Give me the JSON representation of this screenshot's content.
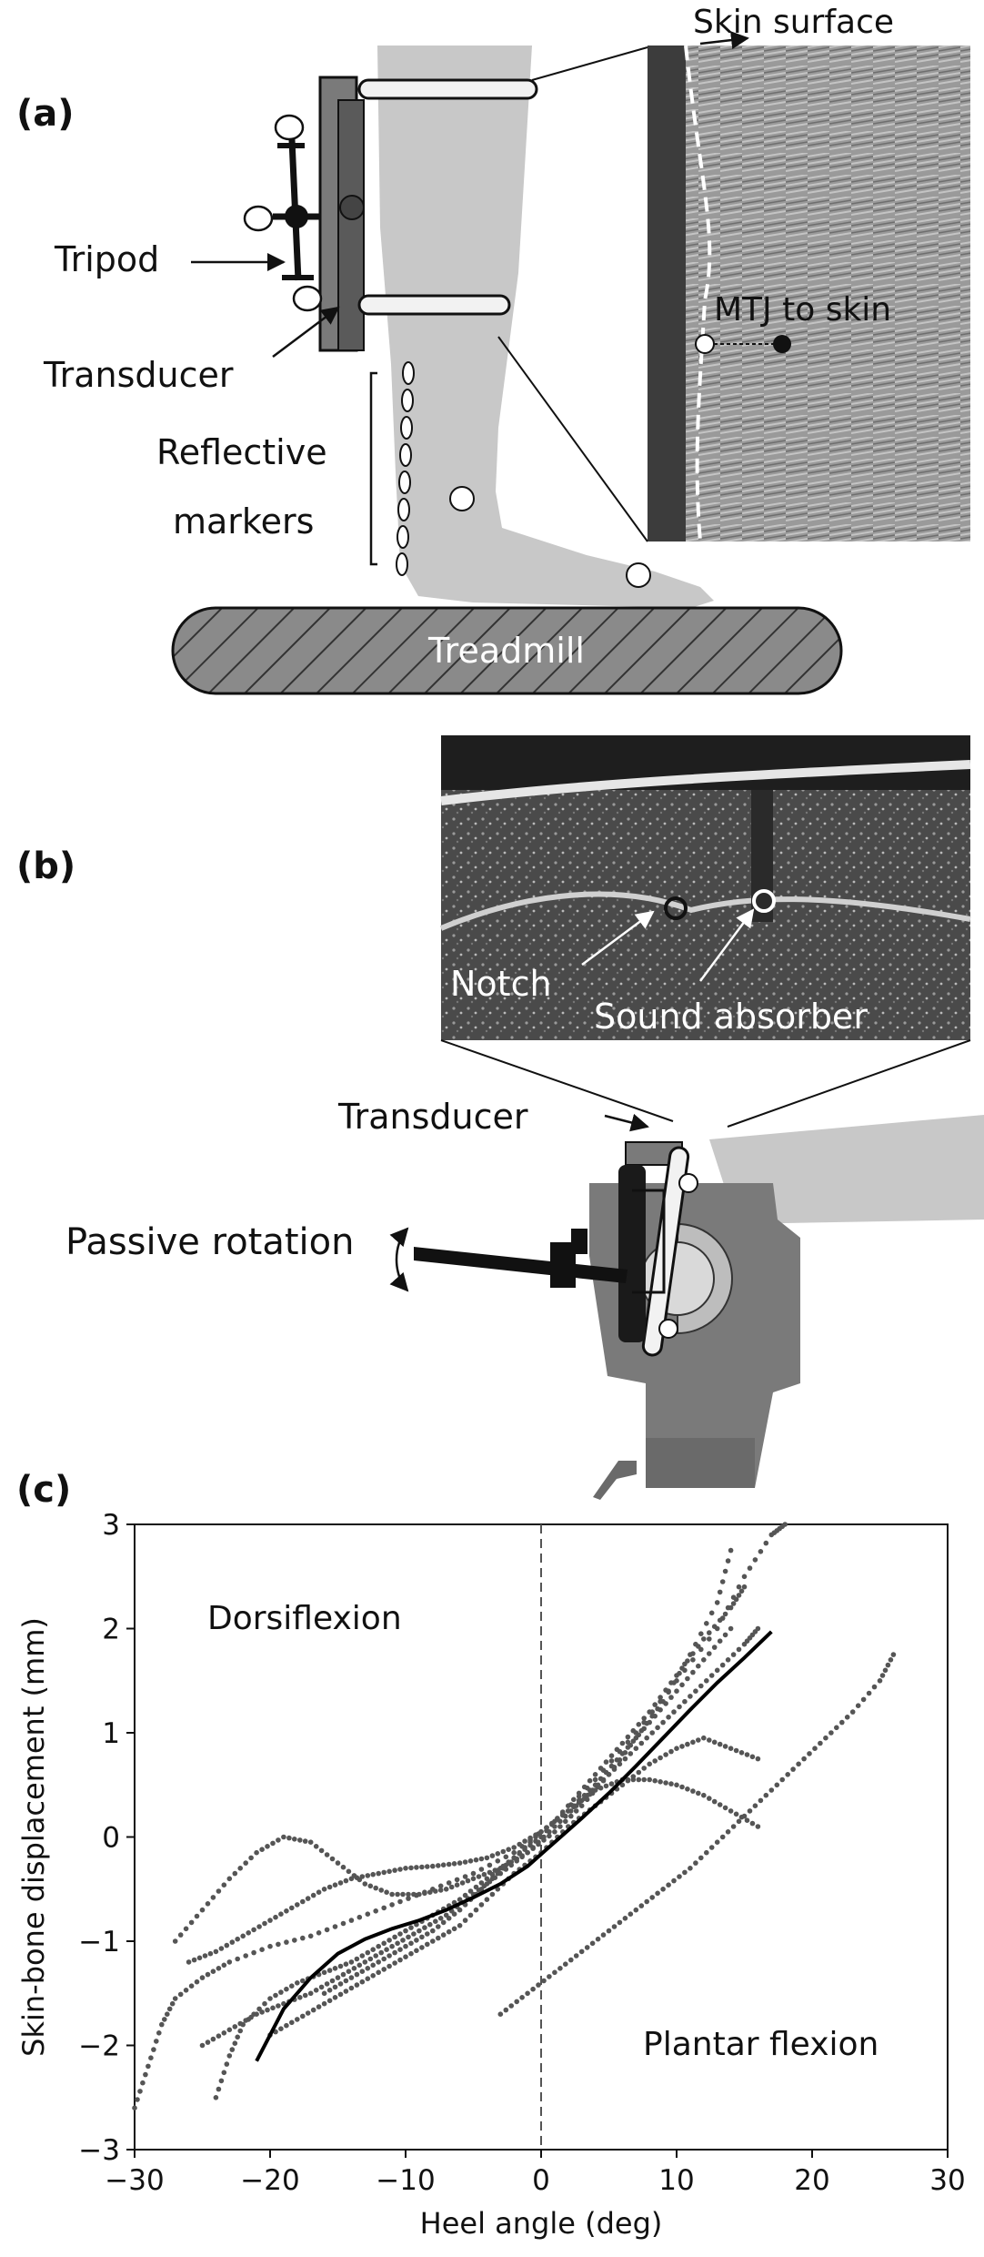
{
  "panels": {
    "a": {
      "label": "(a)",
      "skin_surface": "Skin surface",
      "tripod": "Tripod",
      "mtj_to_skin": "MTJ to skin",
      "transducer": "Transducer",
      "reflective_markers_line1": "Reflective",
      "reflective_markers_line2": "markers",
      "treadmill": "Treadmill"
    },
    "b": {
      "label": "(b)",
      "notch": "Notch",
      "sound_absorber": "Sound absorber",
      "transducer": "Transducer",
      "passive_rotation": "Passive rotation"
    },
    "c": {
      "label": "(c)",
      "region_upper": "Dorsiflexion",
      "region_lower": "Plantar flexion"
    }
  },
  "colors": {
    "leg": "#c8c8c8",
    "device": "#7a7a7a",
    "dark": "#111111",
    "mean_line": "#000000",
    "scatter": "#555555"
  },
  "chart_data": {
    "type": "scatter",
    "xlabel": "Heel angle (deg)",
    "ylabel": "Skin-bone displacement (mm)",
    "xlim": [
      -30,
      30
    ],
    "ylim": [
      -3,
      3
    ],
    "xticks": [
      -30,
      -20,
      -10,
      0,
      10,
      20,
      30
    ],
    "yticks": [
      -3,
      -2,
      -1,
      0,
      1,
      2,
      3
    ],
    "xtick_labels": [
      "−30",
      "−20",
      "−10",
      "0",
      "10",
      "20",
      "30"
    ],
    "ytick_labels": [
      "−3",
      "−2",
      "−1",
      "0",
      "1",
      "2",
      "3"
    ],
    "reference_line_x": 0,
    "series": [
      {
        "values": [
          [
            -30,
            -2.6
          ],
          [
            -29,
            -2.2
          ],
          [
            -28,
            -1.8
          ],
          [
            -27,
            -1.55
          ],
          [
            -25,
            -1.35
          ],
          [
            -23,
            -1.2
          ],
          [
            -20,
            -1.05
          ],
          [
            -17,
            -0.95
          ],
          [
            -14,
            -0.8
          ],
          [
            -11,
            -0.65
          ],
          [
            -8,
            -0.5
          ],
          [
            -5,
            -0.35
          ],
          [
            -2,
            -0.15
          ],
          [
            1,
            0.15
          ],
          [
            4,
            0.55
          ],
          [
            7,
            1.0
          ],
          [
            10,
            1.5
          ],
          [
            13,
            2.0
          ],
          [
            15,
            2.5
          ],
          [
            17,
            2.9
          ],
          [
            18,
            3.0
          ]
        ]
      },
      {
        "values": [
          [
            -27,
            -1.0
          ],
          [
            -25,
            -0.7
          ],
          [
            -23,
            -0.4
          ],
          [
            -21,
            -0.15
          ],
          [
            -19,
            0.0
          ],
          [
            -17,
            -0.05
          ],
          [
            -15,
            -0.25
          ],
          [
            -13,
            -0.45
          ],
          [
            -11,
            -0.55
          ],
          [
            -9,
            -0.55
          ],
          [
            -7,
            -0.5
          ],
          [
            -5,
            -0.4
          ],
          [
            -3,
            -0.3
          ],
          [
            -1,
            -0.15
          ],
          [
            1,
            0.05
          ],
          [
            3,
            0.3
          ],
          [
            5,
            0.6
          ],
          [
            7,
            0.95
          ],
          [
            9,
            1.3
          ],
          [
            11,
            1.75
          ],
          [
            13,
            2.25
          ],
          [
            14,
            2.75
          ]
        ]
      },
      {
        "values": [
          [
            -26,
            -1.2
          ],
          [
            -24,
            -1.1
          ],
          [
            -22,
            -0.95
          ],
          [
            -20,
            -0.8
          ],
          [
            -18,
            -0.65
          ],
          [
            -16,
            -0.5
          ],
          [
            -14,
            -0.4
          ],
          [
            -12,
            -0.35
          ],
          [
            -10,
            -0.3
          ],
          [
            -8,
            -0.28
          ],
          [
            -6,
            -0.25
          ],
          [
            -4,
            -0.2
          ],
          [
            -2,
            -0.1
          ],
          [
            0,
            0.05
          ],
          [
            2,
            0.25
          ],
          [
            4,
            0.5
          ],
          [
            6,
            0.8
          ],
          [
            8,
            1.1
          ],
          [
            10,
            1.4
          ],
          [
            12,
            1.7
          ],
          [
            14,
            2.0
          ]
        ]
      },
      {
        "values": [
          [
            -24,
            -2.5
          ],
          [
            -23,
            -2.1
          ],
          [
            -22,
            -1.8
          ],
          [
            -20,
            -1.55
          ],
          [
            -18,
            -1.4
          ],
          [
            -16,
            -1.3
          ],
          [
            -14,
            -1.2
          ],
          [
            -12,
            -1.05
          ],
          [
            -10,
            -0.9
          ],
          [
            -8,
            -0.75
          ],
          [
            -6,
            -0.6
          ],
          [
            -4,
            -0.4
          ],
          [
            -2,
            -0.2
          ],
          [
            0,
            0.0
          ],
          [
            2,
            0.3
          ],
          [
            4,
            0.6
          ],
          [
            6,
            0.9
          ],
          [
            8,
            1.2
          ],
          [
            10,
            1.55
          ],
          [
            12,
            1.9
          ],
          [
            14,
            2.2
          ],
          [
            15,
            2.4
          ]
        ]
      },
      {
        "values": [
          [
            -25,
            -2.0
          ],
          [
            -23,
            -1.85
          ],
          [
            -21,
            -1.7
          ],
          [
            -19,
            -1.6
          ],
          [
            -17,
            -1.5
          ],
          [
            -15,
            -1.35
          ],
          [
            -13,
            -1.2
          ],
          [
            -11,
            -1.05
          ],
          [
            -9,
            -0.9
          ],
          [
            -7,
            -0.75
          ],
          [
            -5,
            -0.55
          ],
          [
            -3,
            -0.35
          ],
          [
            -1,
            -0.15
          ],
          [
            1,
            0.1
          ],
          [
            3,
            0.35
          ],
          [
            5,
            0.6
          ],
          [
            7,
            0.85
          ],
          [
            9,
            1.1
          ],
          [
            11,
            1.35
          ],
          [
            13,
            1.6
          ],
          [
            15,
            1.85
          ],
          [
            16,
            2.0
          ]
        ]
      },
      {
        "values": [
          [
            -20,
            -1.9
          ],
          [
            -18,
            -1.75
          ],
          [
            -16,
            -1.6
          ],
          [
            -14,
            -1.45
          ],
          [
            -12,
            -1.3
          ],
          [
            -10,
            -1.15
          ],
          [
            -8,
            -1.0
          ],
          [
            -6,
            -0.85
          ],
          [
            -4,
            -0.6
          ],
          [
            -2,
            -0.35
          ],
          [
            0,
            -0.15
          ],
          [
            2,
            0.1
          ],
          [
            4,
            0.3
          ],
          [
            6,
            0.5
          ],
          [
            8,
            0.7
          ],
          [
            10,
            0.85
          ],
          [
            12,
            0.95
          ],
          [
            14,
            0.85
          ],
          [
            16,
            0.75
          ]
        ]
      },
      {
        "values": [
          [
            -3,
            -1.7
          ],
          [
            -1,
            -1.5
          ],
          [
            1,
            -1.3
          ],
          [
            3,
            -1.1
          ],
          [
            5,
            -0.9
          ],
          [
            7,
            -0.7
          ],
          [
            9,
            -0.5
          ],
          [
            11,
            -0.3
          ],
          [
            13,
            -0.05
          ],
          [
            15,
            0.2
          ],
          [
            17,
            0.45
          ],
          [
            19,
            0.7
          ],
          [
            21,
            0.95
          ],
          [
            23,
            1.2
          ],
          [
            25,
            1.5
          ],
          [
            26,
            1.75
          ]
        ]
      },
      {
        "values": [
          [
            -16,
            -1.5
          ],
          [
            -14,
            -1.35
          ],
          [
            -12,
            -1.2
          ],
          [
            -10,
            -1.05
          ],
          [
            -8,
            -0.9
          ],
          [
            -6,
            -0.7
          ],
          [
            -4,
            -0.45
          ],
          [
            -2,
            -0.2
          ],
          [
            0,
            0.05
          ],
          [
            2,
            0.25
          ],
          [
            4,
            0.45
          ],
          [
            6,
            0.55
          ],
          [
            8,
            0.55
          ],
          [
            10,
            0.5
          ],
          [
            12,
            0.4
          ],
          [
            14,
            0.25
          ],
          [
            16,
            0.1
          ]
        ]
      }
    ],
    "mean_line": [
      [
        -21,
        -2.15
      ],
      [
        -19,
        -1.65
      ],
      [
        -17,
        -1.35
      ],
      [
        -15,
        -1.12
      ],
      [
        -13,
        -0.98
      ],
      [
        -11,
        -0.88
      ],
      [
        -9,
        -0.8
      ],
      [
        -7,
        -0.7
      ],
      [
        -5,
        -0.58
      ],
      [
        -3,
        -0.45
      ],
      [
        -1,
        -0.28
      ],
      [
        1,
        -0.05
      ],
      [
        3,
        0.18
      ],
      [
        5,
        0.42
      ],
      [
        7,
        0.68
      ],
      [
        9,
        0.95
      ],
      [
        11,
        1.22
      ],
      [
        13,
        1.48
      ],
      [
        15,
        1.72
      ],
      [
        17,
        1.97
      ]
    ]
  }
}
